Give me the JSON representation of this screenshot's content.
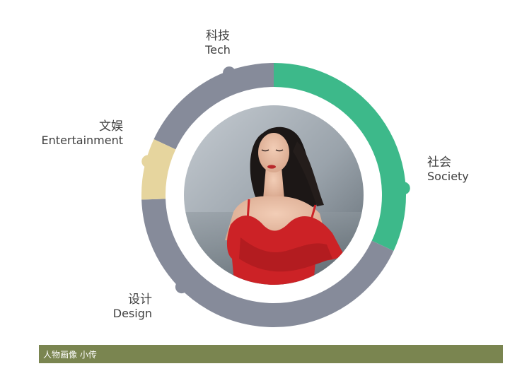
{
  "segments": [
    {
      "id": "tech",
      "zh": "科技",
      "en": "Tech",
      "color": "#868b9a"
    },
    {
      "id": "society",
      "zh": "社会",
      "en": "Society",
      "color": "#3db98a"
    },
    {
      "id": "design",
      "zh": "设计",
      "en": "Design",
      "color": "#868b9a"
    },
    {
      "id": "entertainment",
      "zh": "文娱",
      "en": "Entertainment",
      "color": "#e6d59e"
    }
  ],
  "footer": {
    "text": "人物画像  小传",
    "color": "#7a8550"
  },
  "photo": {
    "description_icon": "portrait-photo"
  }
}
